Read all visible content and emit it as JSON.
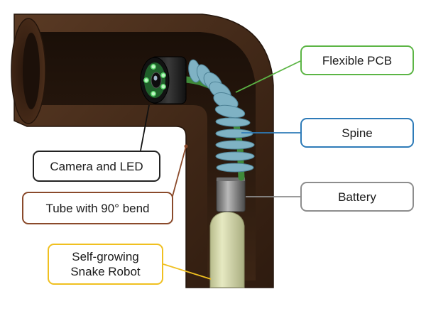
{
  "labels": {
    "flexible_pcb": "Flexible PCB",
    "spine": "Spine",
    "battery": "Battery",
    "camera_led": "Camera and LED",
    "tube_bend": "Tube with 90° bend",
    "snake_robot": "Self-growing\nSnake Robot"
  },
  "colors": {
    "tube_dark": "#3a2416",
    "tube_light": "#5a3a24",
    "robot_body": "#d9ddb0",
    "spine_blue": "#7fb2c4",
    "pcb_green": "#3f8a3a",
    "battery_gray": "#8a8a8a",
    "camera_black": "#1b1b1b",
    "led_green": "#5ad46a",
    "border_pcb": "#5cb545",
    "border_spine": "#2e7bb8",
    "border_battery": "#8d8d8d",
    "border_camera": "#222222",
    "border_tube": "#8a4a2b",
    "border_robot": "#f0c020"
  }
}
